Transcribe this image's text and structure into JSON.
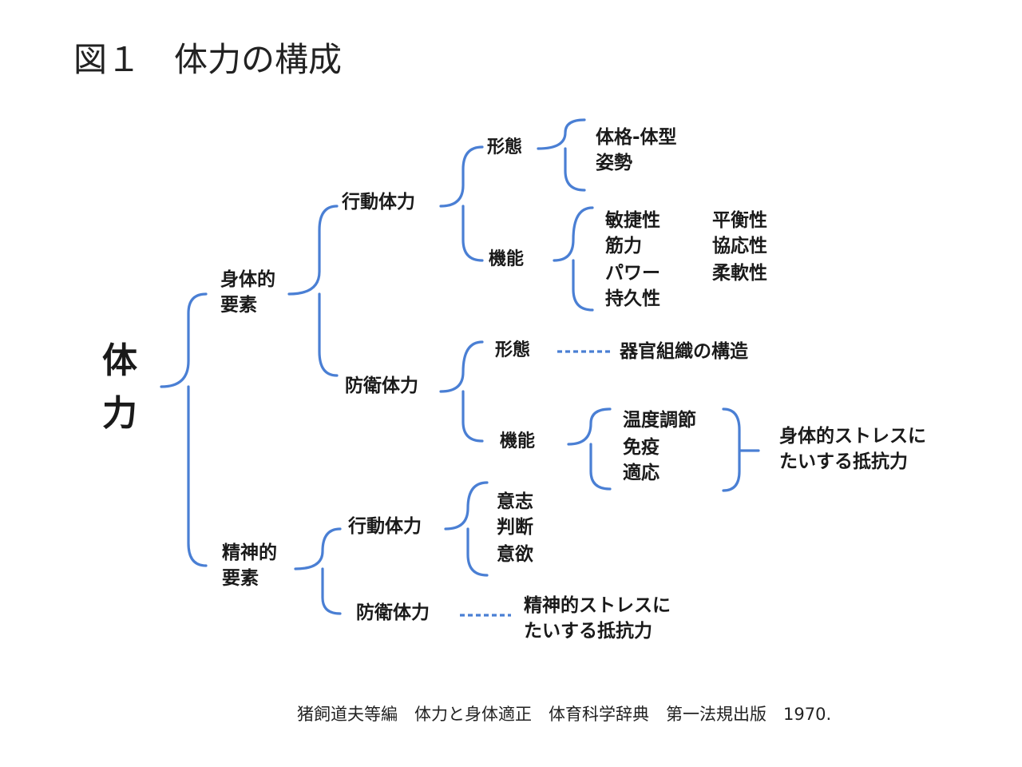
{
  "figure_title": "図１　体力の構成",
  "root": {
    "line1": "体",
    "line2": "力"
  },
  "physical": {
    "label_line1": "身体的",
    "label_line2": "要素",
    "action": {
      "label": "行動体力",
      "form": {
        "label": "形態",
        "items": [
          "体格-体型",
          "姿勢"
        ]
      },
      "function": {
        "label": "機能",
        "col1": [
          "敏捷性",
          "筋力",
          "パワー",
          "持久性"
        ],
        "col2": [
          "平衡性",
          "協応性",
          "柔軟性"
        ]
      }
    },
    "defense": {
      "label": "防衛体力",
      "form": {
        "label": "形態",
        "item": "器官組織の構造"
      },
      "function": {
        "label": "機能",
        "items": [
          "温度調節",
          "免疫",
          "適応"
        ],
        "result_line1": "身体的ストレスに",
        "result_line2": "たいする抵抗力"
      }
    }
  },
  "mental": {
    "label_line1": "精神的",
    "label_line2": "要素",
    "action": {
      "label": "行動体力",
      "items": [
        "意志",
        "判断",
        "意欲"
      ]
    },
    "defense": {
      "label": "防衛体力",
      "result_line1": "精神的ストレスに",
      "result_line2": "たいする抵抗力"
    }
  },
  "source": "猪飼道夫等編　体力と身体適正　体育科学辞典　第一法規出版　1970.",
  "colors": {
    "brace": "#4a7fd4",
    "text": "#1a1a1a"
  }
}
